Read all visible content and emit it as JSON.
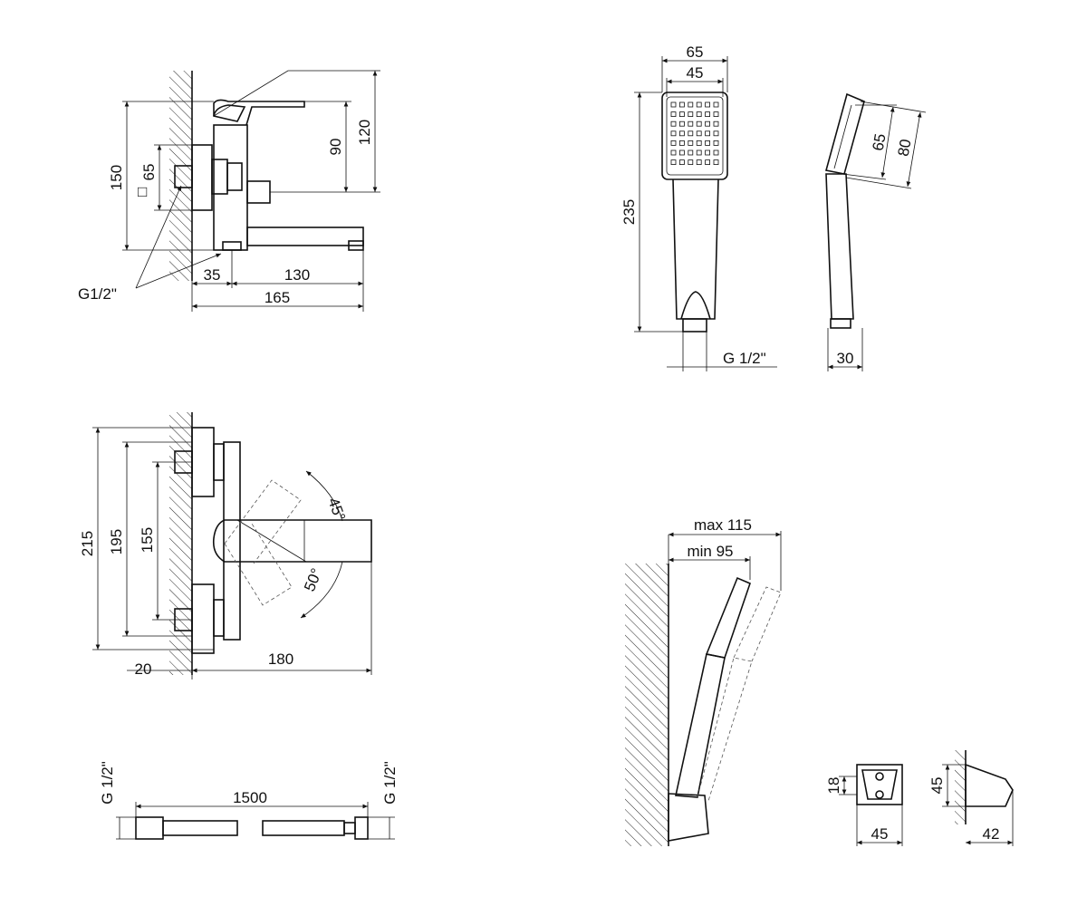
{
  "colors": {
    "line": "#111111",
    "background": "#ffffff"
  },
  "mixer_front": {
    "dims": {
      "h150": "150",
      "sq65": "65",
      "h90": "90",
      "h120": "120",
      "w35": "35",
      "w130": "130",
      "w165": "165",
      "thread": "G1/2\""
    },
    "square_symbol": "□"
  },
  "hand_shower": {
    "dims": {
      "w65": "65",
      "w45": "45",
      "h235": "235",
      "thread": "G 1/2\"",
      "s65": "65",
      "s80": "80",
      "d30": "30"
    }
  },
  "mixer_top": {
    "dims": {
      "h215": "215",
      "h195": "195",
      "h155": "155",
      "w20": "20",
      "w180": "180",
      "a45": "45°",
      "a50": "50°"
    }
  },
  "hose": {
    "dims": {
      "len": "1500",
      "thread_left": "G 1/2\"",
      "thread_right": "G 1/2\""
    }
  },
  "holder": {
    "dims": {
      "max": "max 115",
      "min": "min 95",
      "h18": "18",
      "w45": "45",
      "h45": "45",
      "w42": "42"
    }
  }
}
